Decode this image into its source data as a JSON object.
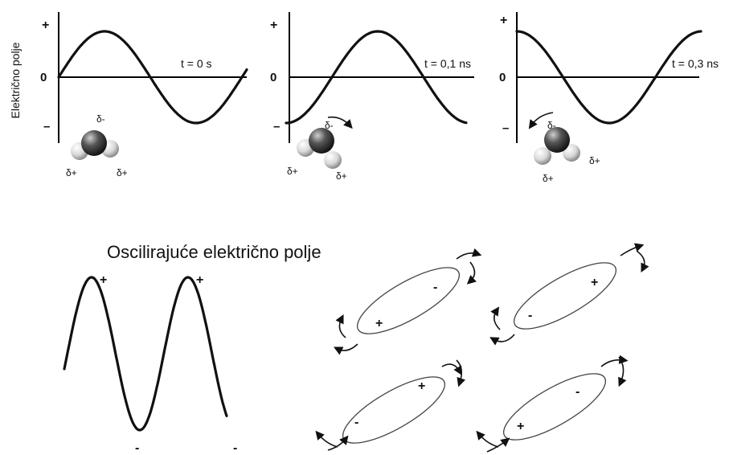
{
  "y_axis_label": "Električno polje",
  "axis_marks": {
    "plus": "+",
    "zero": "0",
    "minus": "–"
  },
  "panels": [
    {
      "time_label": "t = 0 s"
    },
    {
      "time_label": "t = 0,1 ns"
    },
    {
      "time_label": "t = 0,3 ns"
    }
  ],
  "molecule_labels": {
    "delta_minus": "δ-",
    "delta_plus": "δ+"
  },
  "bottom_title": "Oscilirajuće električno polje",
  "wave_marks": {
    "plus": "+",
    "minus": "-"
  },
  "dipole_marks": {
    "plus": "+",
    "minus": "-"
  }
}
